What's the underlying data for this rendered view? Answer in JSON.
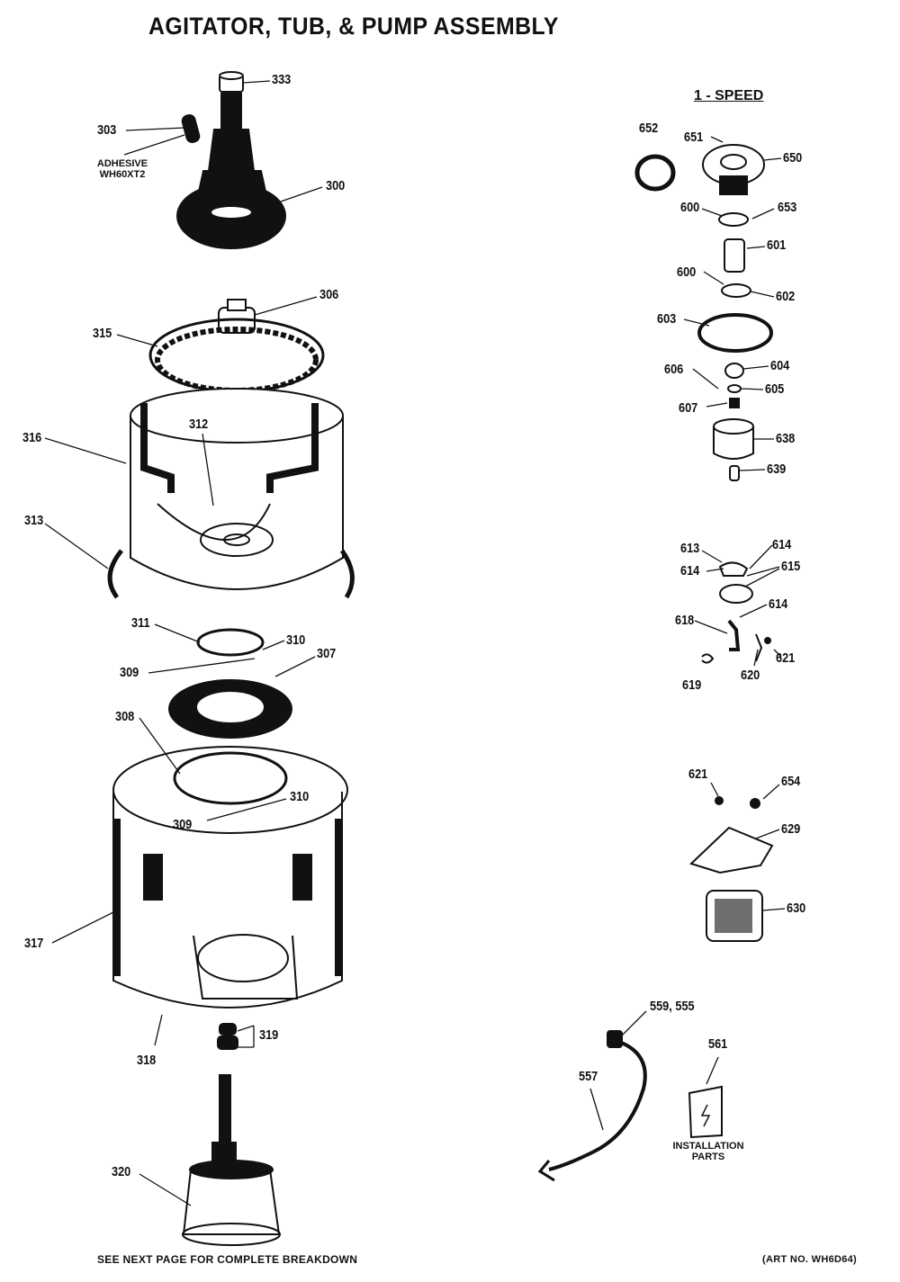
{
  "title": "AGITATOR, TUB, & PUMP ASSEMBLY",
  "subheading": "1 - SPEED",
  "adhesive_note": [
    "ADHESIVE",
    "WH60XT2"
  ],
  "installation_note": [
    "INSTALLATION",
    "PARTS"
  ],
  "footer_left": "SEE NEXT PAGE FOR COMPLETE BREAKDOWN",
  "footer_right": "(ART NO. WH6D64)",
  "callouts": {
    "c333": "333",
    "c303": "303",
    "c300": "300",
    "c306": "306",
    "c315": "315",
    "c312": "312",
    "c316": "316",
    "c313": "313",
    "c311": "311",
    "c310a": "310",
    "c309a": "309",
    "c307": "307",
    "c308": "308",
    "c310b": "310",
    "c309b": "309",
    "c317": "317",
    "c318": "318",
    "c319": "319",
    "c320": "320",
    "c652": "652",
    "c651": "651",
    "c650": "650",
    "c600a": "600",
    "c653": "653",
    "c601": "601",
    "c600b": "600",
    "c602": "602",
    "c603": "603",
    "c606": "606",
    "c604": "604",
    "c605": "605",
    "c607": "607",
    "c638": "638",
    "c639": "639",
    "c613": "613",
    "c614a": "614",
    "c614b": "614",
    "c615": "615",
    "c614c": "614",
    "c618": "618",
    "c619": "619",
    "c620": "620",
    "c621a": "621",
    "c621b": "621",
    "c654": "654",
    "c629": "629",
    "c630": "630",
    "c559": "559, 555",
    "c561": "561",
    "c557": "557"
  }
}
